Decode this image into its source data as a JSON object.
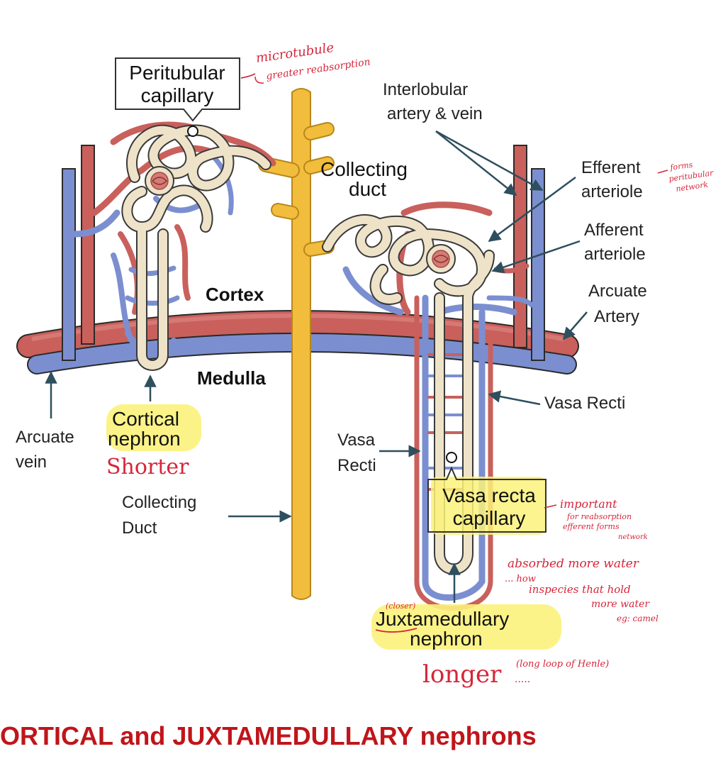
{
  "labels": {
    "peritubular_capillary": [
      "Peritubular",
      "capillary"
    ],
    "interlobular": [
      "Interlobular",
      "artery & vein"
    ],
    "collecting_duct_top": [
      "Collecting",
      "duct"
    ],
    "efferent_arteriole": [
      "Efferent",
      "arteriole"
    ],
    "afferent_arteriole": [
      "Afferent",
      "arteriole"
    ],
    "cortex": "Cortex",
    "arcuate_artery": [
      "Arcuate",
      "Artery"
    ],
    "medulla": "Medulla",
    "vasa_recti_right": "Vasa Recti",
    "cortical_nephron": [
      "Cortical",
      "nephron"
    ],
    "arcuate_vein": [
      "Arcuate",
      "vein"
    ],
    "vasa_recti_left": [
      "Vasa",
      "Recti"
    ],
    "collecting_duct_bottom": [
      "Collecting",
      "Duct"
    ],
    "vasa_recta_capillary": [
      "Vasa recta",
      "capillary"
    ],
    "juxtamedullary_nephron": [
      "Juxtamedullary",
      "nephron"
    ]
  },
  "handwritten": {
    "microtubule": "microtubule",
    "greater_reabsorption": "greater reabsorption",
    "forms_peritubular": [
      "forms",
      "peritubular",
      "network"
    ],
    "shorter": "Shorter",
    "important": [
      "important",
      "for reabsorption",
      "efferent forms",
      "network"
    ],
    "absorbed": [
      "absorbed more water",
      "... how",
      "inspecies that hold",
      "more water",
      "eg: camel"
    ],
    "closer": "(closer)",
    "longer": "longer",
    "long_loop": "(long loop of Henle)"
  },
  "title": "ORTICAL and JUXTAMEDULLARY nephrons",
  "colors": {
    "artery": "#c9605c",
    "artery_light": "#e08a86",
    "vein": "#7b8fd0",
    "vein_dark": "#5b6fb8",
    "tubule": "#eee3c8",
    "tubule_edge": "#3a3a3a",
    "duct": "#f2bd3c",
    "duct_edge": "#b8861a",
    "highlight": "#fbf27a",
    "handwriting": "#d6263a",
    "title": "#c0151a"
  }
}
